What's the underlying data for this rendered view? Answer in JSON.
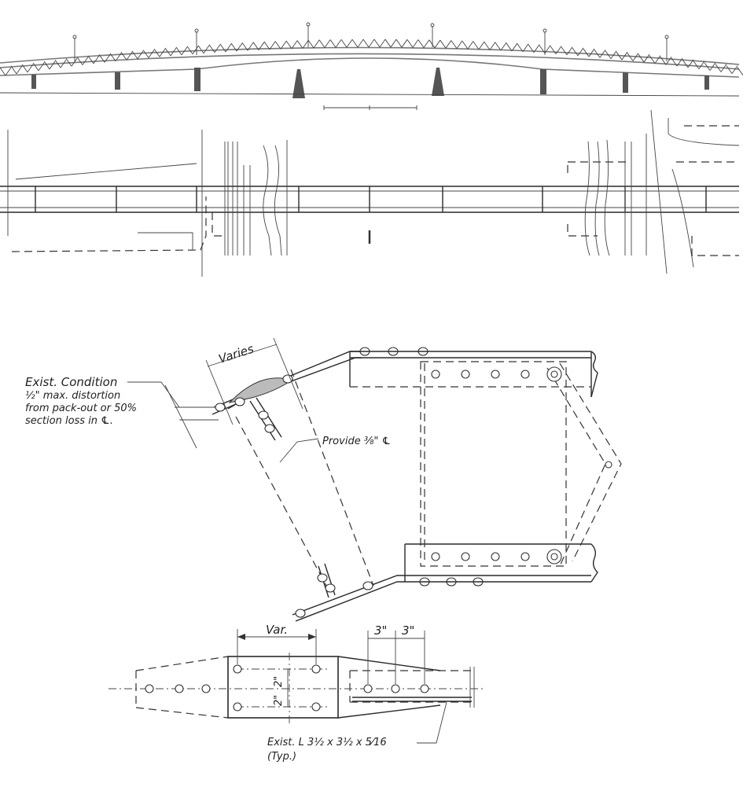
{
  "labels": {
    "exist_condition_1": "Exist. Condition",
    "exist_condition_2": "½\" max. distortion",
    "exist_condition_3": "from pack-out or 50%",
    "exist_condition_4": "section loss in ℄.",
    "varies": "Varies",
    "provide_plate": "Provide ⅜\" ℄",
    "var": "Var.",
    "dim_3_a": "3\"",
    "dim_3_b": "3\"",
    "dim_2_a": "2\"",
    "dim_2_b": "2\"",
    "angle_note_1": "Exist. L 3½ x 3½ x 5⁄16",
    "angle_note_2": "(Typ.)"
  },
  "colors": {
    "ink": "#2a2a2a",
    "background": "#ffffff"
  }
}
